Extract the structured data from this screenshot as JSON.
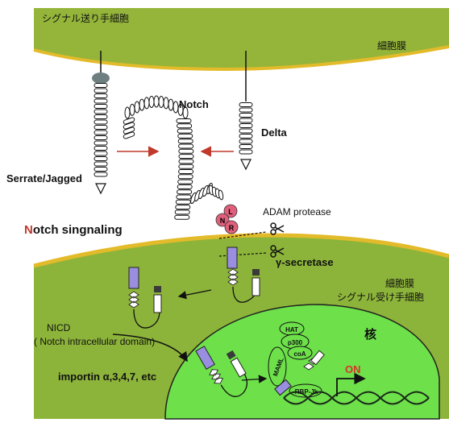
{
  "labels": {
    "sending_cell": "シグナル送り手細胞",
    "membrane_top": "細胞膜",
    "notch": "Notch",
    "delta": "Delta",
    "serrate": "Serrate/Jagged",
    "notch_signaling_initial": "N",
    "notch_signaling_rest": "otch singnaling",
    "adam": "ADAM protease",
    "gamma": "γ-secretase",
    "membrane_bottom": "細胞膜",
    "receiving_cell": "シグナル受け手細胞",
    "nucleus": "核",
    "nicd": "NICD",
    "nicd_full": "( Notch intracellular domain)",
    "importin": "importin α,3,4,7, etc",
    "on": "ON",
    "hat": "HAT",
    "p300": "p300",
    "coa": "coA",
    "maml": "MAML",
    "rbp": "RBP-Jk",
    "lnr_l": "L",
    "lnr_n": "N",
    "lnr_r": "R"
  },
  "colors": {
    "cell_top": "#94b53a",
    "cell_bottom": "#8db43a",
    "membrane": "#e3bb2a",
    "nucleus": "#6de04a",
    "lnr": "#e0607c",
    "receptor_box": "#9a8ee0",
    "ligand_bulb": "#6e7f80",
    "arrow_red": "#c0392b",
    "on_red": "#d9342b"
  },
  "icons": [
    "scissors-icon",
    "scissors-icon"
  ]
}
